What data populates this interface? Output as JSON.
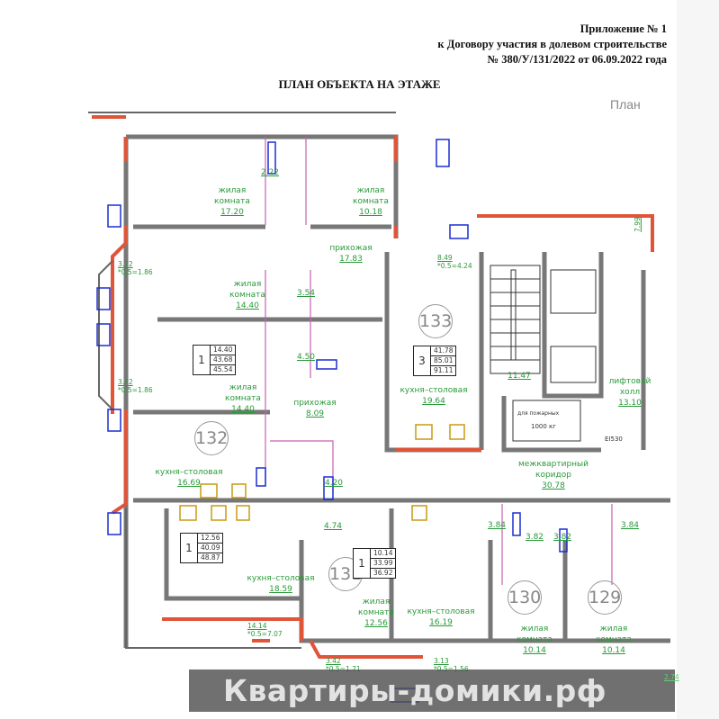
{
  "header": {
    "line1": "Приложение № 1",
    "line2": "к Договору участия в долевом строительстве",
    "line3": "№ 380/У/131/2022 от 06.09.2022 года"
  },
  "title": "ПЛАН ОБЪЕКТА НА ЭТАЖЕ",
  "cut_text": "План",
  "rooms": [
    {
      "name": "жилая комната",
      "area": "17.20"
    },
    {
      "name": "",
      "area": "2.22"
    },
    {
      "name": "жилая комната",
      "area": "10.18"
    },
    {
      "name": "прихожая",
      "area": "17.83"
    },
    {
      "name": "жилая комната",
      "area": "14.40"
    },
    {
      "name": "",
      "area": "3.54"
    },
    {
      "name": "",
      "area": "4.50"
    },
    {
      "name": "жилая комната",
      "area": "14.40"
    },
    {
      "name": "прихожая",
      "area": "8.09"
    },
    {
      "name": "кухня–столовая",
      "area": "16.69"
    },
    {
      "name": "",
      "area": "4.20"
    },
    {
      "name": "кухня–столовая",
      "area": "19.64"
    },
    {
      "name": "",
      "area": "11.47"
    },
    {
      "name": "лифтовой холл",
      "area": "13.10"
    },
    {
      "name": "межквартирный коридор",
      "area": "30.78"
    },
    {
      "name": "",
      "area": "4.74"
    },
    {
      "name": "",
      "area": "3.84"
    },
    {
      "name": "",
      "area": "3.82"
    },
    {
      "name": "",
      "area": "3.82"
    },
    {
      "name": "",
      "area": "3.84"
    },
    {
      "name": "кухня–столовая",
      "area": "18.59"
    },
    {
      "name": "жилая комната",
      "area": "12.56"
    },
    {
      "name": "кухня–столовая",
      "area": "16.19"
    },
    {
      "name": "жилая комната",
      "area": "10.14"
    },
    {
      "name": "жилая комната",
      "area": "10.14"
    }
  ],
  "balconies": [
    {
      "area": "3.72",
      "coef": "*0.5=1.86"
    },
    {
      "area": "3.72",
      "coef": "*0.5=1.86"
    },
    {
      "area": "8.49",
      "coef": "*0.5=4.24"
    },
    {
      "area": "7.99",
      "coef": ""
    },
    {
      "area": "14.14",
      "coef": "*0.5=7.07"
    },
    {
      "area": "3.42",
      "coef": "*0.5=1.71"
    },
    {
      "area": "3.13",
      "coef": "*0.5=1.56"
    },
    {
      "area": "2.74",
      "coef": ""
    }
  ],
  "apartments": [
    {
      "number": "133",
      "rooms": "3",
      "living": "41.78",
      "total": "85.01",
      "total_with_balcony": "91.11"
    },
    {
      "number": "132",
      "rooms": "1",
      "living": "14.40",
      "total": "43.68",
      "total_with_balcony": "45.54"
    },
    {
      "number": "131",
      "rooms": "1",
      "living": "12.56",
      "total": "40.09",
      "total_with_balcony": "48.87"
    },
    {
      "number": "130",
      "rooms": "1",
      "living": "10.14",
      "total": "33.99",
      "total_with_balcony": "36.92"
    },
    {
      "number": "129"
    }
  ],
  "lift": {
    "capacity": "1000 кг",
    "label": "для пожарных",
    "door": "EI530"
  },
  "watermark": "Квартиры-домики.рф",
  "colors": {
    "wall_red": "#e0553a",
    "label_green": "#2a9a3a",
    "furniture_blue": "#1a2fd0",
    "kitchen_gold": "#c89a10",
    "partition_pink": "#c860b0"
  }
}
